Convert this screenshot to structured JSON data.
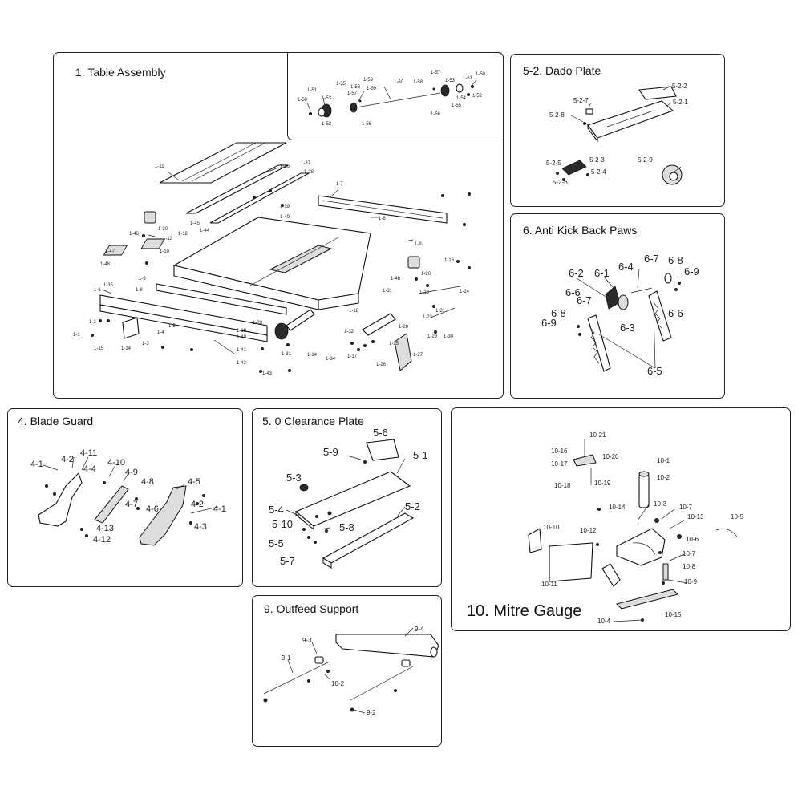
{
  "panels": {
    "table_assembly": {
      "title": "1.    Table Assembly",
      "labels": [
        "1-11",
        "1-36",
        "1-37",
        "1-38",
        "1-7",
        "1-39",
        "1-49",
        "1-8",
        "1-9",
        "1-20",
        "1-45",
        "1-44",
        "1-46",
        "1-12",
        "1-13",
        "1-47",
        "1-48",
        "1-10",
        "1-20",
        "1-16",
        "1-9",
        "1-35",
        "1-6",
        "1-8",
        "1-46",
        "1-31",
        "1-24",
        "1-23",
        "1-21",
        "1-18",
        "1-22",
        "1-2",
        "1-1",
        "1-15",
        "1-14",
        "1-5",
        "1-4",
        "1-3",
        "1-33",
        "1-19",
        "1-40",
        "1-41",
        "1-42",
        "1-43",
        "1-31",
        "1-32",
        "1-28",
        "1-29",
        "1-30",
        "1-25",
        "1-34",
        "1-17",
        "1-26",
        "1-27",
        "1-14"
      ]
    },
    "rod_detail": {
      "labels": [
        "1-50",
        "1-51",
        "1-53",
        "1-55",
        "1-58",
        "1-57",
        "1-59",
        "1-52",
        "1-56",
        "1-59",
        "1-60",
        "1-58",
        "1-57",
        "1-53",
        "1-61",
        "1-50",
        "1-54",
        "1-52",
        "1-55",
        "1-56"
      ]
    },
    "dado_plate": {
      "title": "5-2. Dado Plate",
      "labels": [
        "5-2-2",
        "5-2-1",
        "5-2-7",
        "5-2-8",
        "5-2-3",
        "5-2-5",
        "5-2-4",
        "5-2-6",
        "5-2-9"
      ]
    },
    "anti_kick": {
      "title": "6. Anti Kick Back Paws",
      "labels": [
        "6-2",
        "6-1",
        "6-4",
        "6-7",
        "6-8",
        "6-9",
        "6-6",
        "6-7",
        "6-8",
        "6-9",
        "6-3",
        "6-6",
        "6-5"
      ]
    },
    "blade_guard": {
      "title": "4. Blade Guard",
      "labels": [
        "4-1",
        "4-2",
        "4-11",
        "4-4",
        "4-10",
        "4-9",
        "4-8",
        "4-7",
        "4-6",
        "4-5",
        "4-2",
        "4-1",
        "4-3",
        "4-13",
        "4-12"
      ]
    },
    "clearance_plate": {
      "title": "5. 0 Clearance Plate",
      "labels": [
        "5-6",
        "5-9",
        "5-1",
        "5-3",
        "5-2",
        "5-4",
        "5-10",
        "5-8",
        "5-5",
        "5-7"
      ]
    },
    "mitre_gauge": {
      "title": "10. Mitre Gauge",
      "labels": [
        "10-21",
        "10-16",
        "10-20",
        "10-17",
        "10-18",
        "10-19",
        "10-1",
        "10-2",
        "10-14",
        "10-3",
        "10-7",
        "10-13",
        "10-5",
        "10-10",
        "10-12",
        "10-6",
        "10-7",
        "10-8",
        "10-9",
        "10-11",
        "10-15",
        "10-4"
      ]
    },
    "outfeed": {
      "title": "9. Outfeed Support",
      "labels": [
        "9-4",
        "9-3",
        "9-1",
        "10-2",
        "9-2"
      ]
    }
  }
}
